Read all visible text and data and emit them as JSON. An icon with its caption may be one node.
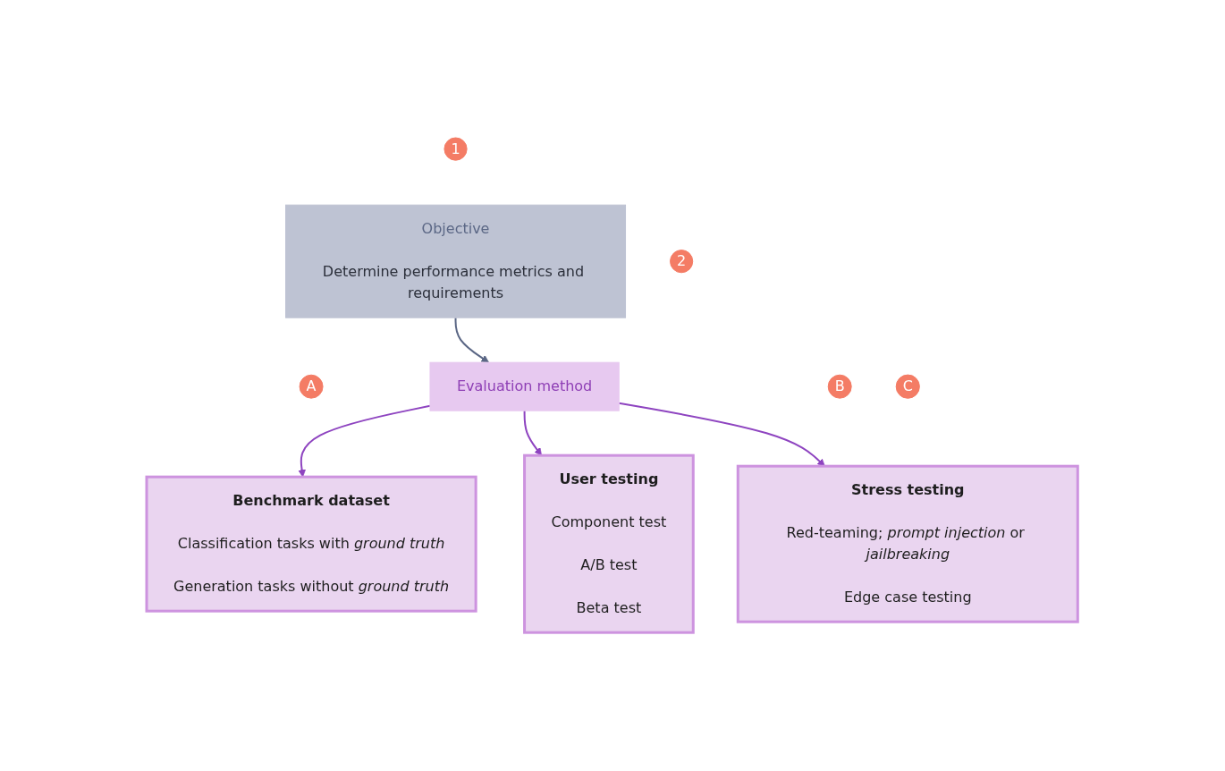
{
  "diagram": {
    "nodes": [
      {
        "text": [
          "Objective",
          "Determine performance metrics and requirements"
        ]
      },
      {
        "text": [
          "1"
        ]
      },
      {
        "text": [
          "Evaluation method"
        ]
      },
      {
        "text": [
          "2"
        ]
      },
      {
        "text": [
          "Benchmark dataset",
          "Classification tasks with *ground truth*",
          "Generation tasks without *ground truth*"
        ]
      },
      {
        "text": [
          "A"
        ]
      },
      {
        "text": [
          "User testing",
          "Component test",
          "A/B test",
          "Beta test"
        ]
      },
      {
        "text": [
          "B"
        ]
      },
      {
        "text": [
          "Stress testing",
          "Red-teaming; *prompt injection* or *jailbreaking*",
          "Edge case testing"
        ]
      },
      {
        "text": [
          "C"
        ]
      }
    ],
    "edges": [
      {
        "from": 0,
        "to": 2,
        "arrow": "to",
        "color": "#5b6785"
      },
      {
        "from": 2,
        "to": 4,
        "arrow": "to"
      },
      {
        "from": 2,
        "to": 6,
        "arrow": "to"
      },
      {
        "from": 2,
        "to": 8,
        "arrow": "to"
      }
    ]
  }
}
